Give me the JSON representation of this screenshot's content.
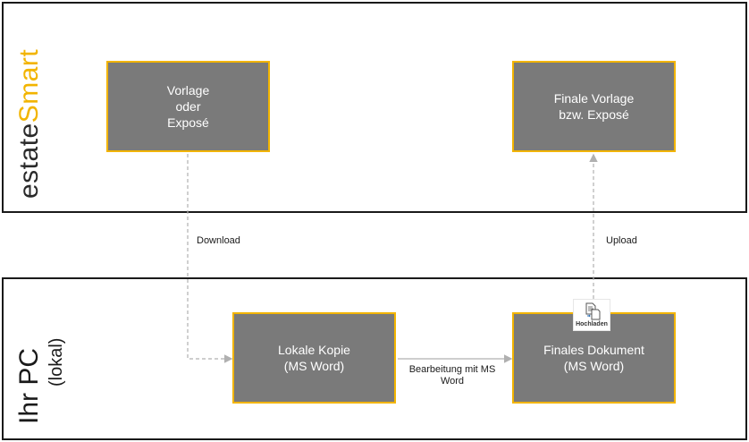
{
  "lanes": {
    "top": {
      "brand_a": "estate",
      "brand_b": "Smart"
    },
    "bottom": {
      "title": "Ihr PC",
      "subtitle": "(lokal)"
    }
  },
  "boxes": {
    "vorlage": {
      "line1": "Vorlage",
      "line2": "oder",
      "line3": "Exposé"
    },
    "finale_vorlage": {
      "line1": "Finale Vorlage",
      "line2": "bzw. Exposé"
    },
    "lokale_kopie": {
      "line1": "Lokale Kopie",
      "line2": "(MS Word)"
    },
    "finales_dokument": {
      "line1": "Finales Dokument",
      "line2": "(MS Word)"
    }
  },
  "edges": {
    "download": "Download",
    "upload": "Upload",
    "bearbeitung": "Bearbeitung mit MS Word"
  },
  "icons": {
    "upload_icon_label": "Hochladen",
    "upload_icon_name": "document-upload-icon"
  },
  "colors": {
    "box_fill": "#7a7a7a",
    "box_border": "#f2b400",
    "brand_accent": "#f2b400"
  }
}
